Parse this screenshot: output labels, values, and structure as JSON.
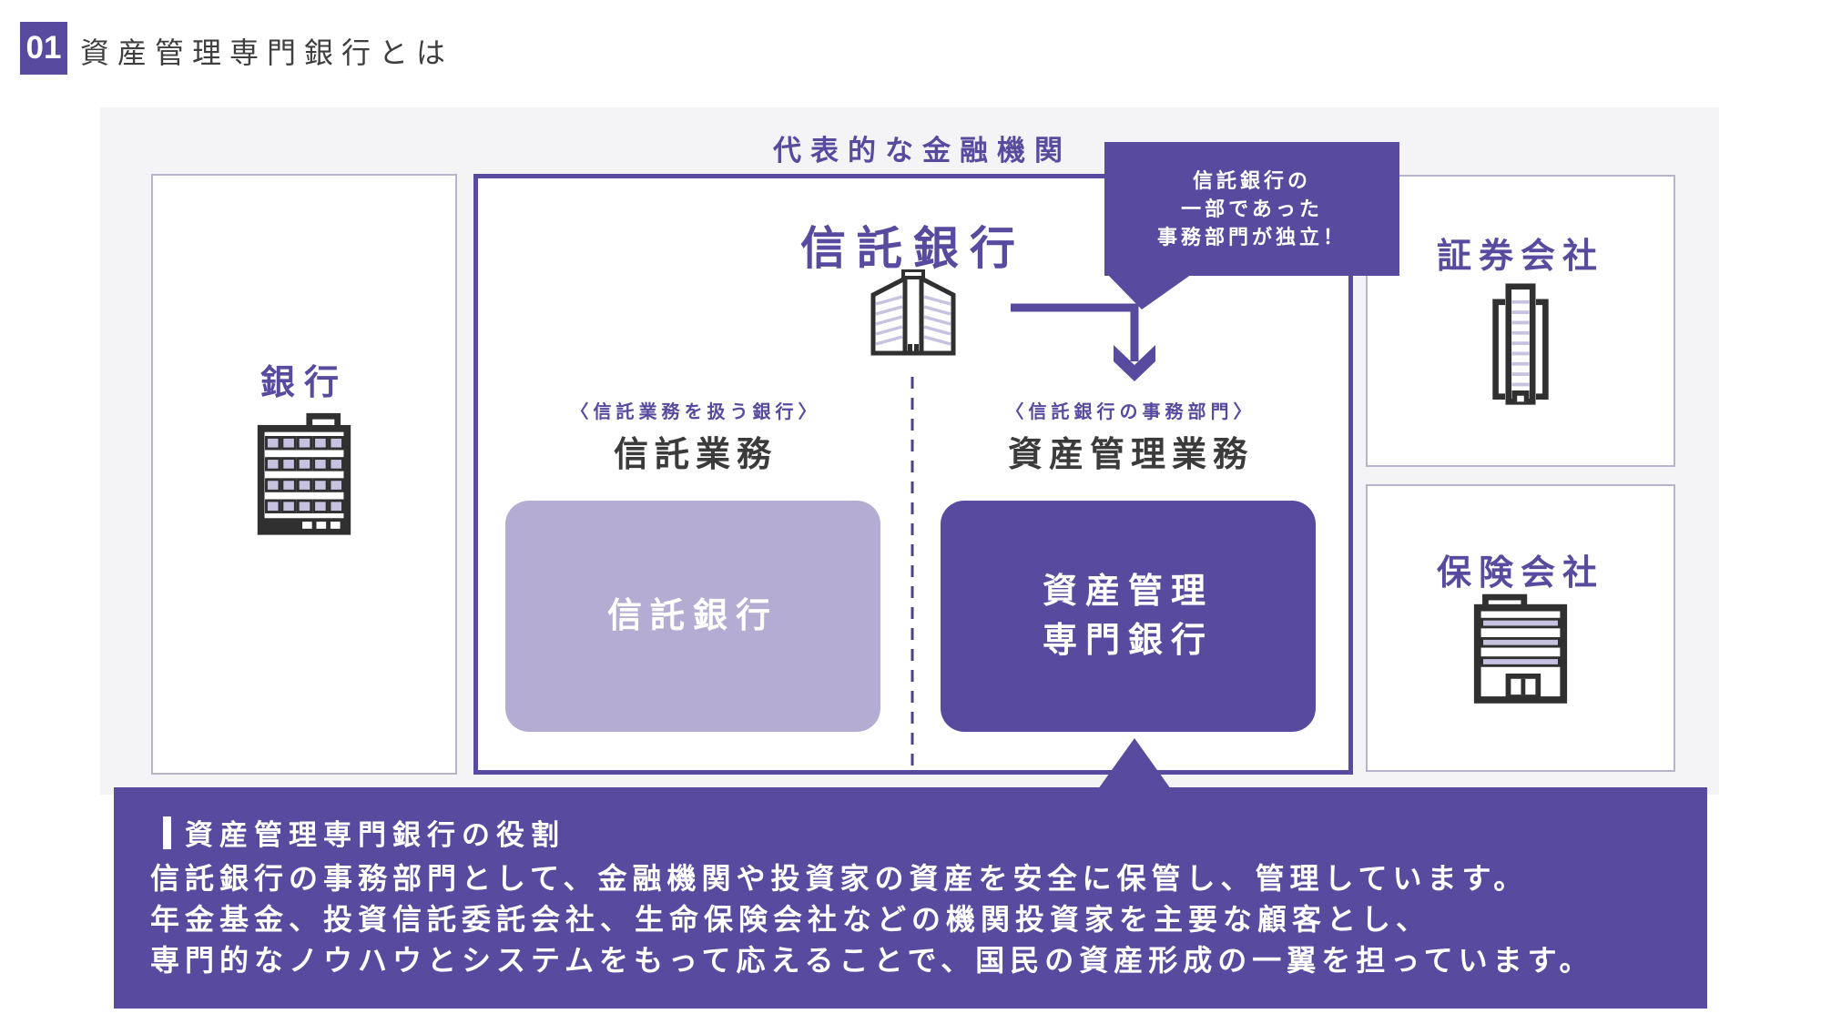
{
  "header": {
    "number": "01",
    "title": "資産管理専門銀行とは"
  },
  "panel": {
    "title": "代表的な金融機関",
    "bank_box": {
      "label": "銀行",
      "icon": "bank-building-icon"
    },
    "trust_box": {
      "title": "信託銀行",
      "icon": "trust-bank-building-icon",
      "left": {
        "bracket_label": "〈信託業務を扱う銀行〉",
        "heading": "信託業務",
        "card_label": "信託銀行"
      },
      "right": {
        "bracket_label": "〈信託銀行の事務部門〉",
        "heading": "資産管理業務",
        "card_lines": [
          "資産管理",
          "専門銀行"
        ]
      }
    },
    "callout": {
      "lines": [
        "信託銀行の",
        "一部であった",
        "事務部門が独立！"
      ]
    },
    "securities_box": {
      "label": "証券会社",
      "icon": "securities-building-icon"
    },
    "insurance_box": {
      "label": "保険会社",
      "icon": "insurance-building-icon"
    }
  },
  "banner": {
    "heading": "資産管理専門銀行の役割",
    "lines": [
      "信託銀行の事務部門として、金融機関や投資家の資産を安全に保管し、管理しています。",
      "年金基金、投資信託委託会社、生命保険会社などの機関投資家を主要な顧客とし、",
      "専門的なノウハウとシステムをもって応えることで、国民の資産形成の一翼を担っています。"
    ]
  },
  "colors": {
    "primary": "#584a9e",
    "light_purple_card": "#b4acd2",
    "panel_background": "#f4f3f5",
    "box_border": "#b9b3cb",
    "dark_text": "#3b3b3b",
    "window_tint": "#c6c2df",
    "building_outline": "#303030"
  }
}
